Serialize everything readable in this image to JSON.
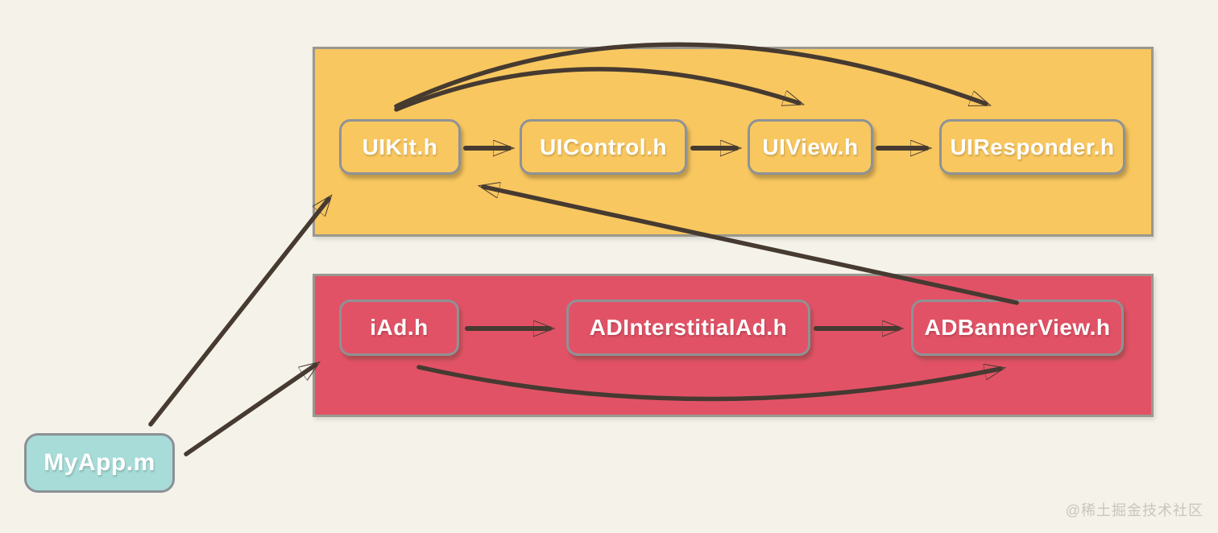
{
  "diagram_title": "iOS header include dependency diagram",
  "colors": {
    "background": "#f4f2e9",
    "uikit_group_fill": "#f8c75f",
    "iad_group_fill": "#e25266",
    "group_border": "#9a988f",
    "node_border": "#8e9296",
    "node_text": "#ffffff",
    "myapp_fill": "#a7dcd8",
    "arrow": "#463a31",
    "watermark": "#c9c6bc"
  },
  "groups": [
    {
      "id": "uikit-framework",
      "fill": "#f8c75f",
      "nodes": [
        "UIKit.h",
        "UIControl.h",
        "UIView.h",
        "UIResponder.h"
      ]
    },
    {
      "id": "iad-framework",
      "fill": "#e25266",
      "nodes": [
        "iAd.h",
        "ADInterstitialAd.h",
        "ADBannerView.h"
      ]
    }
  ],
  "nodes": {
    "uikit": {
      "label": "UIKit.h"
    },
    "uicontrol": {
      "label": "UIControl.h"
    },
    "uiview": {
      "label": "UIView.h"
    },
    "uiresponder": {
      "label": "UIResponder.h"
    },
    "iad": {
      "label": "iAd.h"
    },
    "adinterstitial": {
      "label": "ADInterstitialAd.h"
    },
    "adbanner": {
      "label": "ADBannerView.h"
    },
    "myapp": {
      "label": "MyApp.m"
    }
  },
  "edges": [
    {
      "from": "UIKit.h",
      "to": "UIControl.h",
      "style": "straight"
    },
    {
      "from": "UIControl.h",
      "to": "UIView.h",
      "style": "straight"
    },
    {
      "from": "UIView.h",
      "to": "UIResponder.h",
      "style": "straight"
    },
    {
      "from": "UIKit.h",
      "to": "UIView.h",
      "style": "curved"
    },
    {
      "from": "UIKit.h",
      "to": "UIResponder.h",
      "style": "curved"
    },
    {
      "from": "iAd.h",
      "to": "ADInterstitialAd.h",
      "style": "straight"
    },
    {
      "from": "ADInterstitialAd.h",
      "to": "ADBannerView.h",
      "style": "straight"
    },
    {
      "from": "iAd.h",
      "to": "ADBannerView.h",
      "style": "curved"
    },
    {
      "from": "ADBannerView.h",
      "to": "UIKit.h",
      "style": "straight"
    },
    {
      "from": "MyApp.m",
      "to": "UIKit.h",
      "style": "straight"
    },
    {
      "from": "MyApp.m",
      "to": "iAd.h",
      "style": "straight"
    }
  ],
  "watermark": {
    "text": "@稀土掘金技术社区"
  }
}
